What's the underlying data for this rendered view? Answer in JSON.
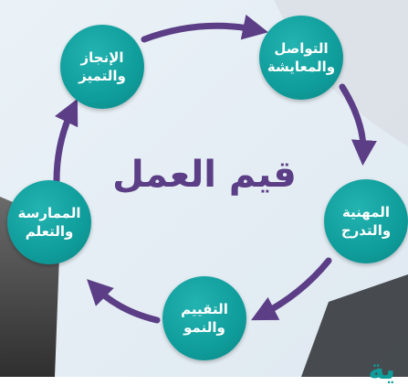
{
  "title": "قيم العمل",
  "nodes": [
    {
      "line1": "الإنجاز",
      "line2": "والتميز"
    },
    {
      "line1": "التواصل",
      "line2": "والمعايشة"
    },
    {
      "line1": "المهنية",
      "line2": "والتدرج"
    },
    {
      "line1": "التقييم",
      "line2": "والنمو"
    },
    {
      "line1": "الممارسة",
      "line2": "والتعلم"
    }
  ],
  "corner_text": "ية",
  "colors": {
    "node": "#0f9d9b",
    "arrow": "#5b3e86",
    "title": "#5b3e86",
    "bg": "#eef5fa"
  }
}
